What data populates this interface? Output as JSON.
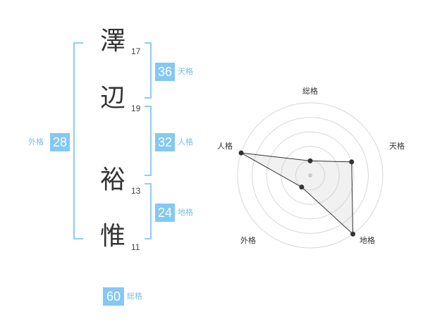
{
  "name_chars": [
    {
      "char": "澤",
      "strokes": "17"
    },
    {
      "char": "辺",
      "strokes": "19"
    },
    {
      "char": "裕",
      "strokes": "13"
    },
    {
      "char": "惟",
      "strokes": "11"
    }
  ],
  "fortunes": {
    "tenkaku": {
      "value": "36",
      "label": "天格"
    },
    "jinkaku": {
      "value": "32",
      "label": "人格"
    },
    "chikaku": {
      "value": "24",
      "label": "地格"
    },
    "gaikaku": {
      "value": "28",
      "label": "外格"
    },
    "soukaku": {
      "value": "60",
      "label": "総格"
    }
  },
  "colors": {
    "accent": "#84c8f4",
    "bracket": "#90cdf0",
    "label": "#7bbde8"
  },
  "chart_data": {
    "type": "radar",
    "axes": [
      "総格",
      "天格",
      "地格",
      "外格",
      "人格"
    ],
    "levels": 5,
    "values": [
      1,
      3,
      5,
      1,
      5
    ],
    "max": 5
  }
}
